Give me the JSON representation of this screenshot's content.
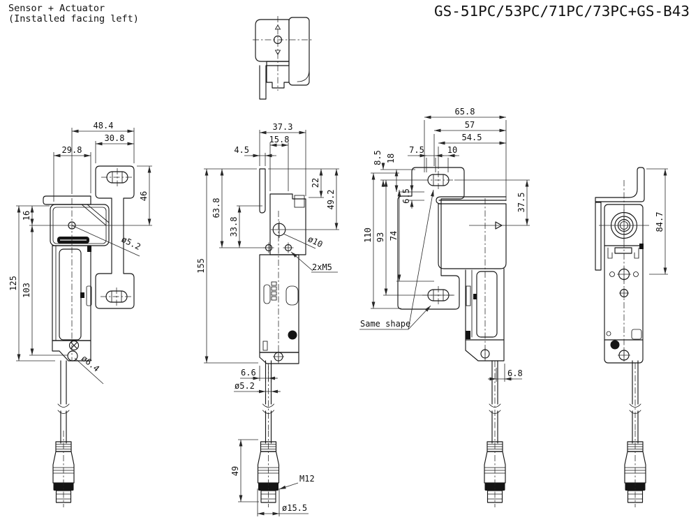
{
  "header": {
    "note_line1": "Sensor + Actuator",
    "note_line2": "(Installed facing left)",
    "title": "GS-51PC/53PC/71PC/73PC+GS-B43"
  },
  "colors": {
    "line": "#161616",
    "background": "#ffffff"
  },
  "views": {
    "front": {
      "dims": {
        "overall_width": "48.4",
        "bracket_tab_width": "30.8",
        "head_width": "29.8",
        "bracket_height": "46",
        "hole_offset": "16",
        "hole_span": "103",
        "overall_height": "125",
        "hole_dia": "ø5.2",
        "bottom_hole_dia": "ø6.4"
      }
    },
    "side": {
      "dims": {
        "overall_depth": "37.3",
        "head_depth": "15.8",
        "plate_thickness": "4.5",
        "step_depth": "22",
        "hole_depth": "49.2",
        "mount_hole_depth": "63.8",
        "mount_hole_offset": "33.8",
        "overall_height": "155",
        "actuator_hole_dia": "ø10",
        "mount_holes": "2xM5",
        "cable_offset": "6.6",
        "cable_dia": "ø5.2",
        "connector_height": "49",
        "connector_thread": "M12",
        "connector_dia": "ø15.5"
      }
    },
    "rear": {
      "note": "Same shape",
      "dims": {
        "overall_width": "65.8",
        "bracket_width": "57",
        "slot_center_width": "54.5",
        "slot_width": "7.5",
        "slot_offset": "10",
        "top_offset": "8.5",
        "tab_height": "18",
        "step_height": "6.5",
        "sensing_offset": "37.5",
        "overall_height": "110",
        "slot_span": "93",
        "mid_height": "74",
        "cable_offset": "6.8"
      }
    },
    "right": {
      "dims": {
        "bracket_to_center": "84.7"
      }
    }
  }
}
